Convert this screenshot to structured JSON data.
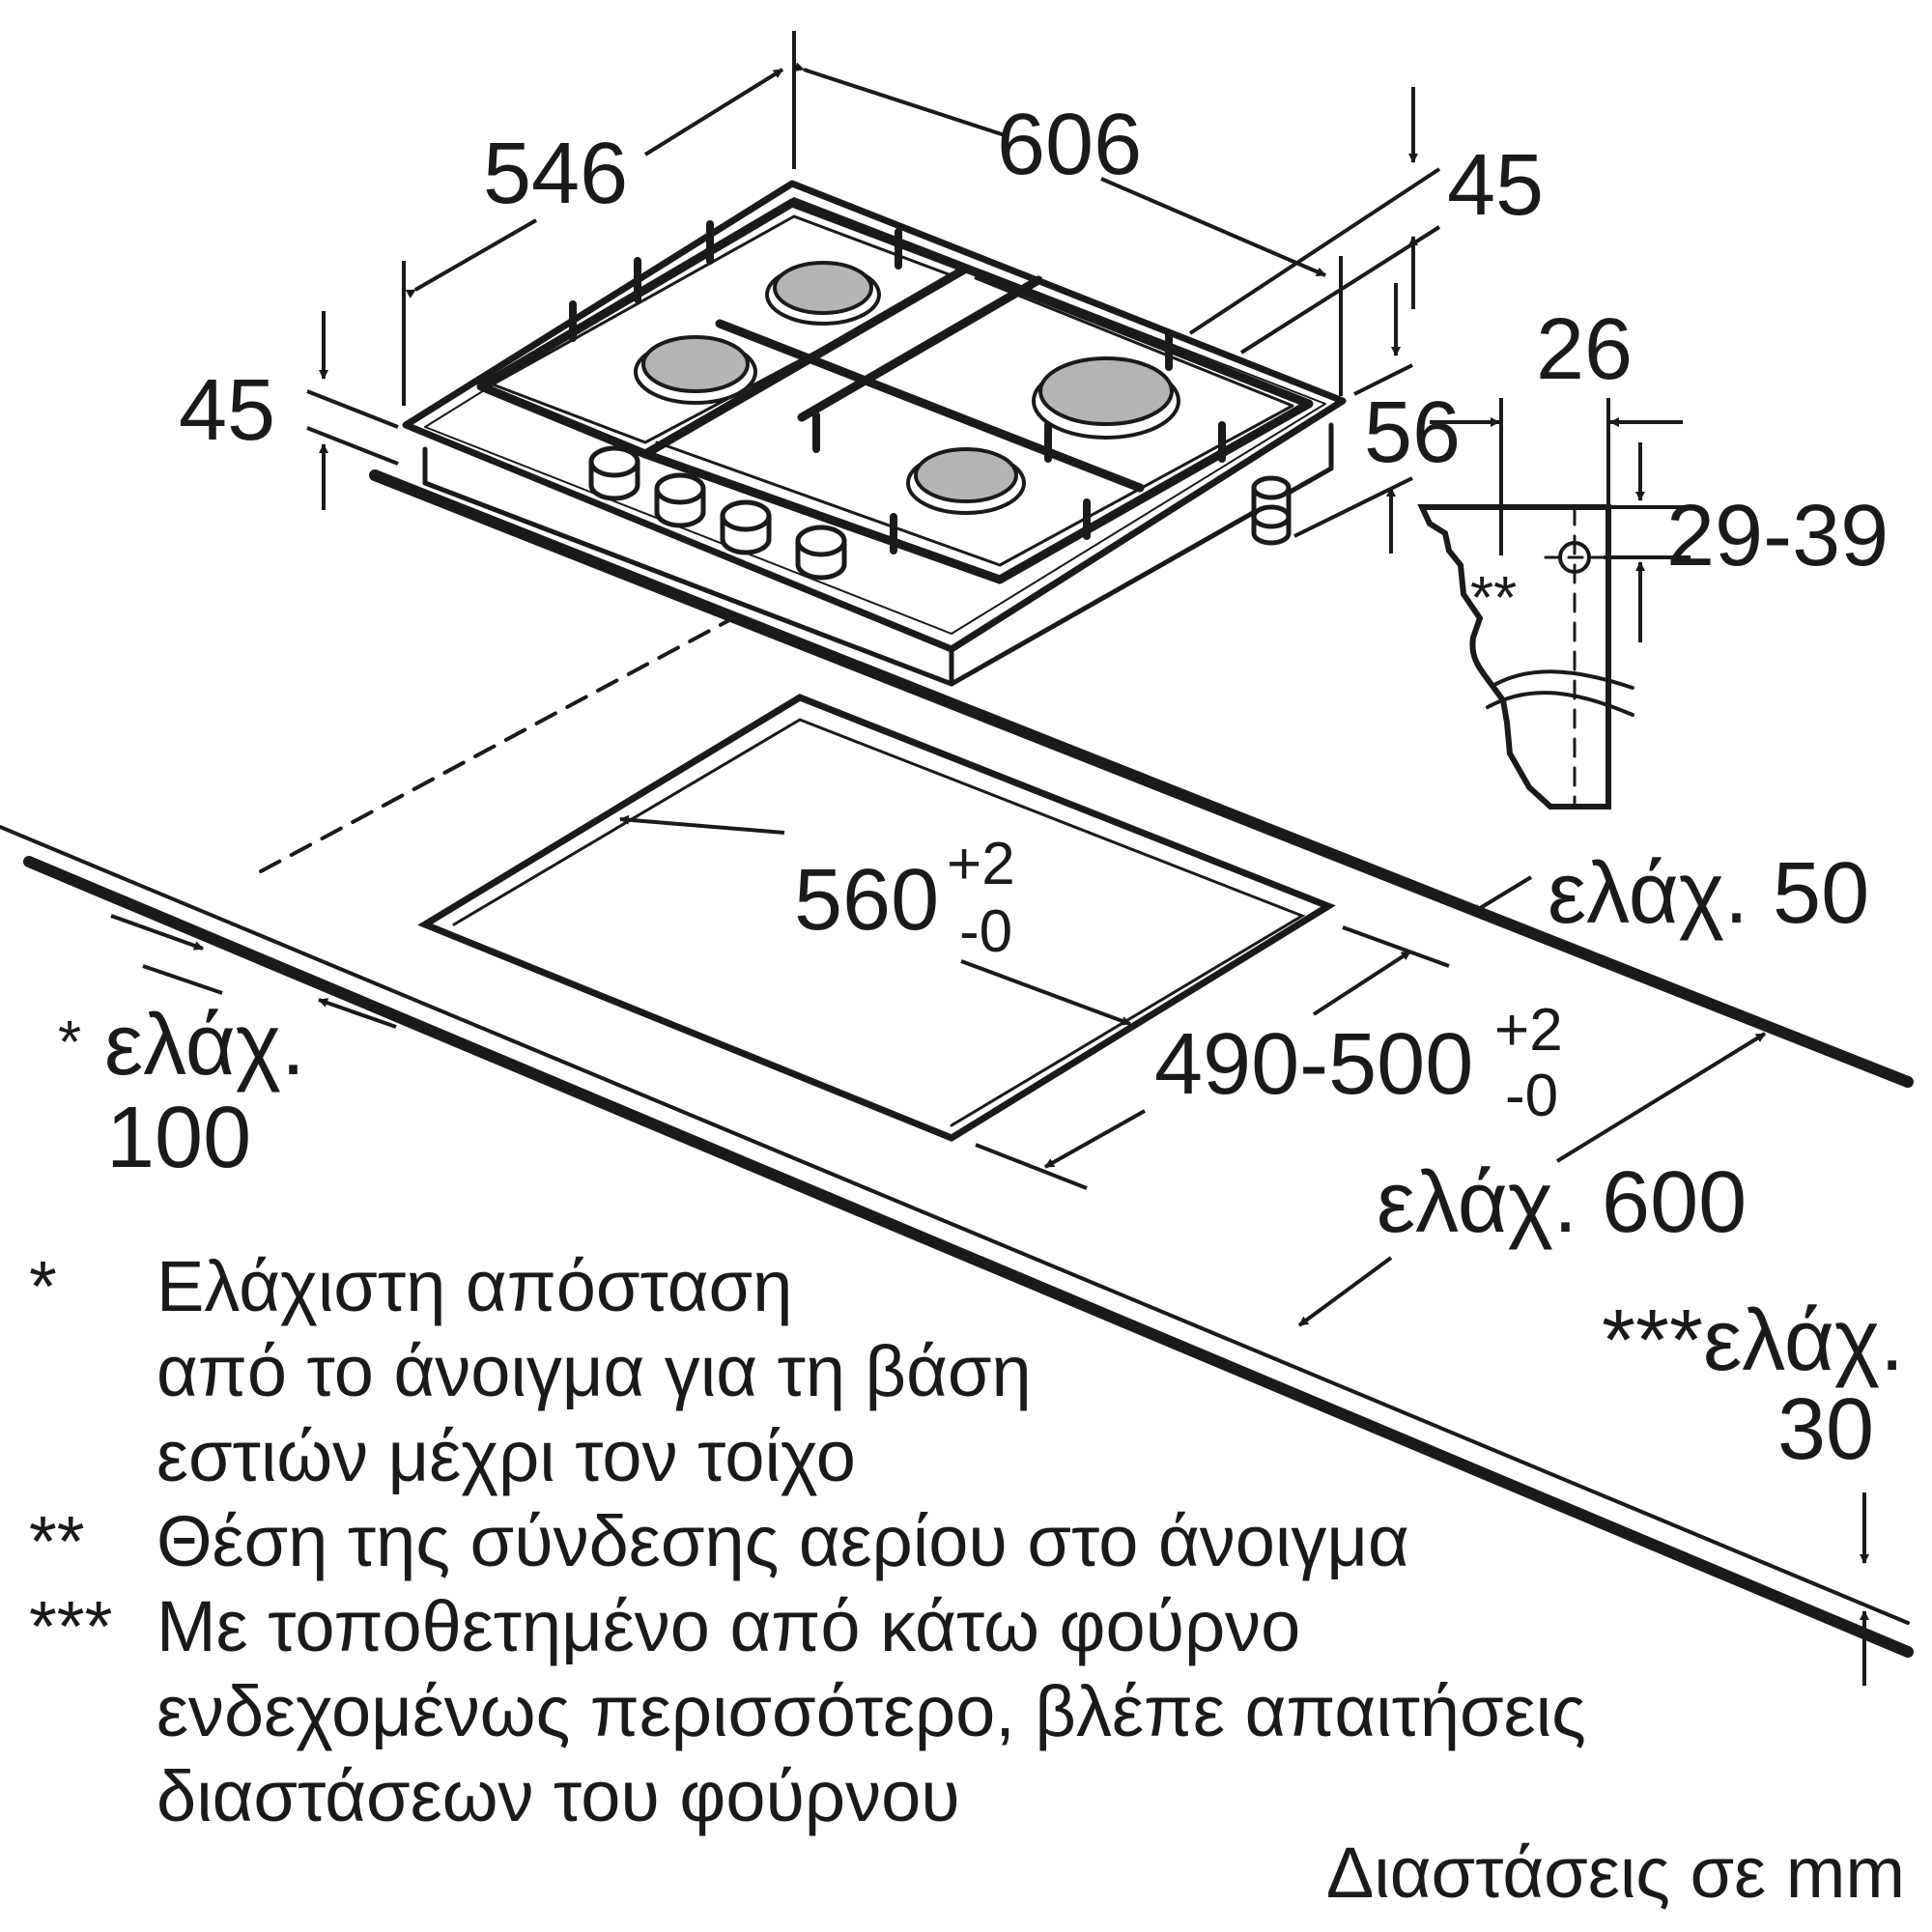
{
  "dimensions": {
    "top_depth": "546",
    "top_width": "606",
    "top_right_height": "45",
    "left_height": "45",
    "foot_height": "56",
    "connector_width": "26",
    "connector_height": "29-39",
    "cutout_width": "560",
    "cutout_width_tol_plus": "+2",
    "cutout_width_tol_minus": "-0",
    "cutout_depth": "490-500",
    "cutout_depth_tol_plus": "+2",
    "cutout_depth_tol_minus": "-0",
    "min_back": "ελάχ. 50",
    "min_front": "ελάχ. 600",
    "min_wall_mark": "*",
    "min_wall_label": "ελάχ.",
    "min_wall_value": "100",
    "min_bottom_label": "***ελάχ.",
    "min_bottom_value": "30",
    "connector_mark": "**"
  },
  "notes": [
    {
      "mark": "*",
      "text": "Ελάχιστη απόσταση\nαπό το άνοιγμα για τη βάση\nεστιών μέχρι τον τοίχο"
    },
    {
      "mark": "**",
      "text": "Θέση της σύνδεσης αερίου στο άνοιγμα"
    },
    {
      "mark": "***",
      "text": "Με τοποθετημένο από κάτω φούρνο\nενδεχομένως περισσότερο, βλέπε απαιτήσεις\nδιαστάσεων του φούρνου"
    }
  ],
  "units_label": "Διαστάσεις σε mm",
  "colors": {
    "line": "#1a1a1a",
    "burner": "#b4b4b4",
    "background": "#ffffff"
  }
}
